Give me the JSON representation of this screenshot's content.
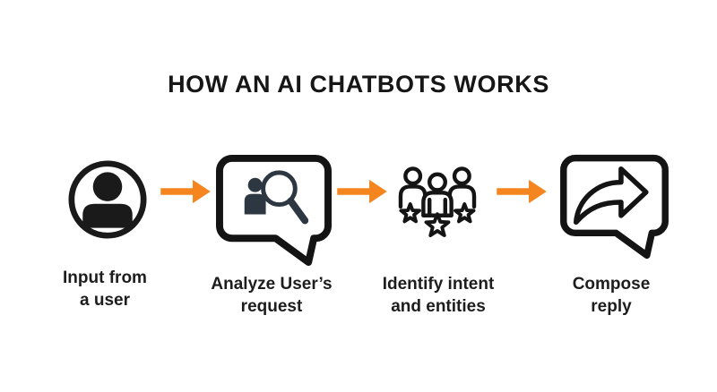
{
  "title": "HOW AN AI CHATBOTS WORKS",
  "colors": {
    "arrow_orange": "#F5851E",
    "outline_black": "#1A1A1A",
    "accent_dark_slate": "#2D3742",
    "background": "#FFFFFF"
  },
  "steps": [
    {
      "icon": "user-circle-icon",
      "label_line1": "Input from",
      "label_line2": "a user"
    },
    {
      "icon": "chat-search-icon",
      "label_line1": "Analyze User’s",
      "label_line2": "request"
    },
    {
      "icon": "people-stars-icon",
      "label_line1": "Identify intent",
      "label_line2": "and entities"
    },
    {
      "icon": "chat-reply-icon",
      "label_line1": "Compose",
      "label_line2": "reply"
    }
  ]
}
